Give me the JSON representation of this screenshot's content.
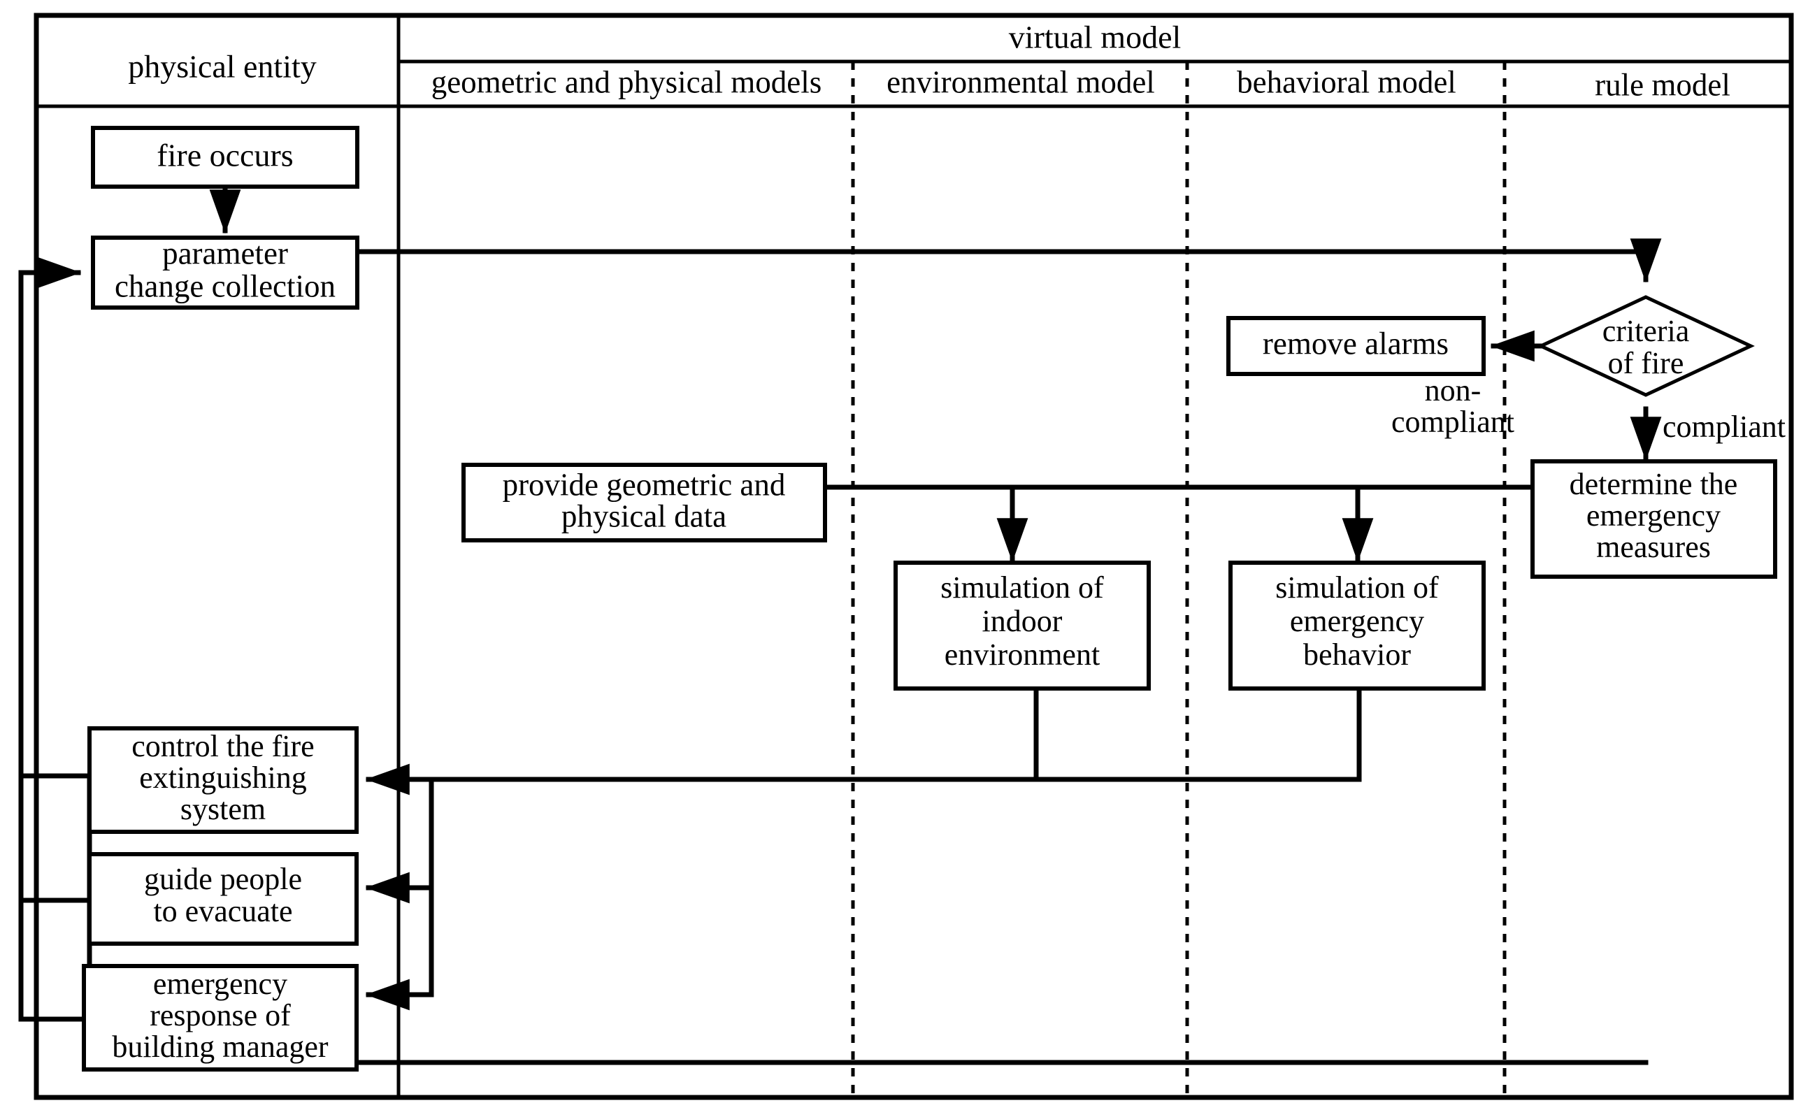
{
  "figure": {
    "title": "digital twin fire emergency response flowchart",
    "columns": {
      "physical_entity": "physical entity",
      "virtual_model": "virtual model",
      "sub_columns": [
        "geometric and physical models",
        "environmental model",
        "behavioral model",
        "rule model"
      ]
    },
    "nodes": {
      "fire_occurs": "fire occurs",
      "parameter_change_collection_line1": "parameter",
      "parameter_change_collection_line2": "change collection",
      "remove_alarms": "remove alarms",
      "criteria_of_fire_line1": "criteria",
      "criteria_of_fire_line2": "of fire",
      "determine_measures_line1": "determine the",
      "determine_measures_line2": "emergency",
      "determine_measures_line3": "measures",
      "provide_data_line1": "provide geometric and",
      "provide_data_line2": "physical data",
      "sim_indoor_line1": "simulation of",
      "sim_indoor_line2": "indoor",
      "sim_indoor_line3": "environment",
      "sim_behavior_line1": "simulation of",
      "sim_behavior_line2": "emergency",
      "sim_behavior_line3": "behavior",
      "control_fire_line1": "control the fire",
      "control_fire_line2": "extinguishing",
      "control_fire_line3": "system",
      "guide_people_line1": "guide people",
      "guide_people_line2": "to evacuate",
      "emergency_response_line1": "emergency",
      "emergency_response_line2": "response of",
      "emergency_response_line3": "building manager"
    },
    "edge_labels": {
      "non_compliant_line1": "non-",
      "non_compliant_line2": "compliant",
      "compliant": "compliant"
    },
    "colors": {
      "stroke": "#000000",
      "fill": "#ffffff",
      "text": "#000000"
    }
  }
}
